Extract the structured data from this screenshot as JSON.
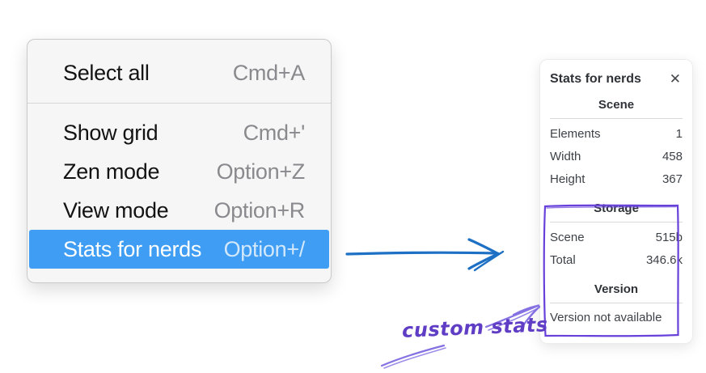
{
  "context_menu": {
    "items": [
      {
        "label": "Select all",
        "shortcut": "Cmd+A"
      },
      {
        "label": "Show grid",
        "shortcut": "Cmd+'"
      },
      {
        "label": "Zen mode",
        "shortcut": "Option+Z"
      },
      {
        "label": "View mode",
        "shortcut": "Option+R"
      },
      {
        "label": "Stats for nerds",
        "shortcut": "Option+/"
      }
    ],
    "selected_item": "Stats for nerds",
    "highlight_color": "#3f9df3"
  },
  "stats_panel": {
    "title": "Stats for nerds",
    "close_icon": "✕",
    "sections": [
      {
        "heading": "Scene",
        "rows": [
          {
            "label": "Elements",
            "value": "1"
          },
          {
            "label": "Width",
            "value": "458"
          },
          {
            "label": "Height",
            "value": "367"
          }
        ]
      },
      {
        "heading": "Storage",
        "rows": [
          {
            "label": "Scene",
            "value": "515b"
          },
          {
            "label": "Total",
            "value": "346.6k"
          }
        ]
      },
      {
        "heading": "Version",
        "note": "Version not available"
      }
    ]
  },
  "annotations": {
    "custom_stats_label": "custom stats",
    "pointer_arrow_color": "#1d70c4",
    "highlight_box_color": "#6741d9",
    "custom_stats_arrow_color": "#8571e2",
    "custom_stats_text_color": "#5f3dc4"
  }
}
